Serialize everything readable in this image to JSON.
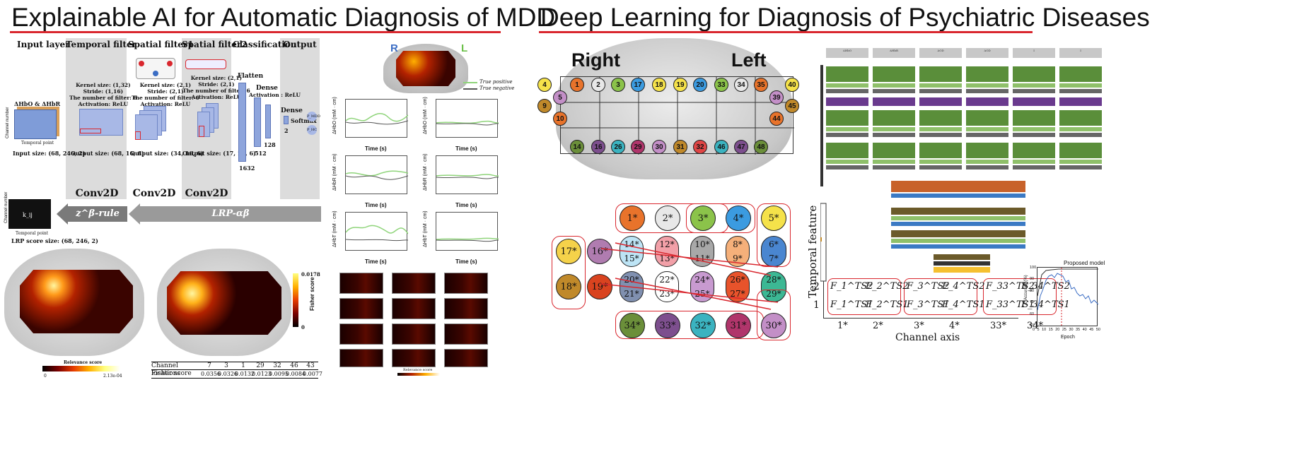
{
  "left": {
    "title": "Explainable AI for Automatic Diagnosis of MDD",
    "columns": [
      "Input layer",
      "Temporal filter",
      "Spatial filter1",
      "Spatial filter2",
      "Classification",
      "Output"
    ],
    "input_label": "ΔHbO & ΔHbR",
    "axis_channel": "Channel number",
    "axis_temporal": "Temporal point",
    "input_size": "Input size: (68, 246, 2)",
    "temporal_specs": "Kernel size: (1,32)\nStride: (1,16)\nThe number of filter: 6\nActivation: ReLU",
    "spatial1_specs": "Kernel size: (2,1)\nStride: (2,1)\nThe number of filter: 6\nActivation: ReLU",
    "spatial2_specs": "Kernel size: (2,1)\nStride: (2,1)\nThe number of filter: 6\nActivation: ReLU",
    "out_temporal": "Output size: (68, 16, 6)",
    "out_spatial1": "Output size: (34, 16, 6)",
    "out_spatial2": "Output size: (17, 16, 6)",
    "flatten": "Flatten",
    "dense1": "Dense",
    "dense1_act": "Activation : ReLU",
    "dense2": "Dense",
    "softmax": "Softmax",
    "n1632": "1632",
    "n512": "512",
    "n128": "128",
    "n2": "2",
    "pmdd": "P_MDD",
    "phc": "P_HC",
    "conv": [
      "Conv2D",
      "Conv2D",
      "Conv2D"
    ],
    "zrule": "z^β-rule",
    "lrp": "LRP-αβ",
    "lrp_size": "LRP score size: (68, 246, 2)",
    "kij": "k_ij",
    "relevance_label": "Relevance score",
    "rel_min": "0",
    "rel_max": "2.13e-04",
    "fisher_label": "Fisher score",
    "fisher_max": "0.0178",
    "fisher_min": "0",
    "table": {
      "row1_label": "Channel locations",
      "row2_label": "Fisher score",
      "channels": [
        "7",
        "3",
        "1",
        "29",
        "32",
        "46",
        "43"
      ],
      "scores": [
        "0.0356",
        "0.0326",
        "0.0132",
        "0.0123",
        "0.0095",
        "0.0084",
        "0.0077"
      ]
    },
    "brain_letters": [
      "R",
      "L"
    ],
    "legend_tp": "True positive",
    "legend_tn": "True negative",
    "time_label": "Time (s)",
    "ylabels": [
      "ΔHbO (mM · cm)",
      "ΔHbO (mM · cm)",
      "ΔHbR (mM · cm)",
      "ΔHbR (mM · cm)",
      "ΔHbT (mM · cm)",
      "ΔHbT (mM · cm)"
    ],
    "relevance_small": "Relevance score"
  },
  "right": {
    "title": "Deep Learning for Diagnosis of Psychiatric Diseases",
    "brain_right": "Right",
    "brain_left": "Left",
    "channel_nodes": [
      {
        "n": "4",
        "c": "#f5e24a"
      },
      {
        "n": "1",
        "c": "#e8732b"
      },
      {
        "n": "2",
        "c": "#e8e8e8"
      },
      {
        "n": "3",
        "c": "#8bc34a"
      },
      {
        "n": "17",
        "c": "#3b9be0"
      },
      {
        "n": "18",
        "c": "#f5e24a"
      },
      {
        "n": "19",
        "c": "#f5e24a"
      },
      {
        "n": "20",
        "c": "#3b9be0"
      },
      {
        "n": "33",
        "c": "#8bc34a"
      },
      {
        "n": "34",
        "c": "#e8e8e8"
      },
      {
        "n": "35",
        "c": "#e8732b"
      },
      {
        "n": "40",
        "c": "#f5e24a"
      },
      {
        "n": "5",
        "c": "#c38fc7"
      },
      {
        "n": "39",
        "c": "#c38fc7"
      },
      {
        "n": "9",
        "c": "#c0892a"
      },
      {
        "n": "45",
        "c": "#c0892a"
      },
      {
        "n": "10",
        "c": "#e8732b"
      },
      {
        "n": "44",
        "c": "#e8732b"
      },
      {
        "n": "14",
        "c": "#6b8f3a"
      },
      {
        "n": "16",
        "c": "#7d4f8e"
      },
      {
        "n": "26",
        "c": "#3bb3c0"
      },
      {
        "n": "29",
        "c": "#b0356b"
      },
      {
        "n": "30",
        "c": "#c38fc7"
      },
      {
        "n": "31",
        "c": "#c0892a"
      },
      {
        "n": "32",
        "c": "#e04545"
      },
      {
        "n": "46",
        "c": "#3bb3c0"
      },
      {
        "n": "47",
        "c": "#7d4f8e"
      },
      {
        "n": "48",
        "c": "#6b8f3a"
      }
    ],
    "cluster_top": [
      "1*",
      "2*",
      "3*",
      "4*",
      "5*"
    ],
    "cluster_left": [
      "17*",
      "18*"
    ],
    "cluster_mid_top": [
      "16*",
      "14*",
      "15*",
      "12*",
      "13*",
      "10*",
      "11*",
      "8*",
      "9*",
      "6*",
      "7*"
    ],
    "cluster_mid_bot": [
      "19*",
      "20*",
      "21*",
      "22*",
      "23*",
      "24*",
      "25*",
      "26*",
      "27*",
      "28*",
      "29*"
    ],
    "cluster_bottom": [
      "34*",
      "33*",
      "32*",
      "31*",
      "30*"
    ],
    "temporal_feature": "Temporal feature",
    "channel_axis": "Channel axis",
    "row_nums": [
      "2",
      "1"
    ],
    "axis_ticks": [
      "1*",
      "2*",
      "3*",
      "4*",
      "33*",
      "34*"
    ],
    "feat_row2": [
      "F_1^TS2",
      "F_2^TS2",
      "F_3^TS2",
      "F_4^TS2",
      "F_33^TS2",
      "F_34^TS2"
    ],
    "feat_row1": [
      "F_1^TS1",
      "F_2^TS1",
      "F_3^TS1",
      "F_4^TS1",
      "F_33^TS1",
      "F_34^TS1"
    ],
    "nn_inputs": [
      "ΔHbO",
      "ΔHbR",
      "ΔOD",
      "ΔOD",
      "I",
      "I"
    ],
    "proposed_model": "Proposed model",
    "epoch_label": "Epoch",
    "acc_label": "Accuracy (%)",
    "epoch_ticks": [
      "0",
      "5",
      "10",
      "15",
      "20",
      "25",
      "30",
      "35",
      "40",
      "45",
      "50"
    ],
    "acc_ticks": [
      "100",
      "90",
      "80",
      "70",
      "60",
      "50"
    ]
  }
}
